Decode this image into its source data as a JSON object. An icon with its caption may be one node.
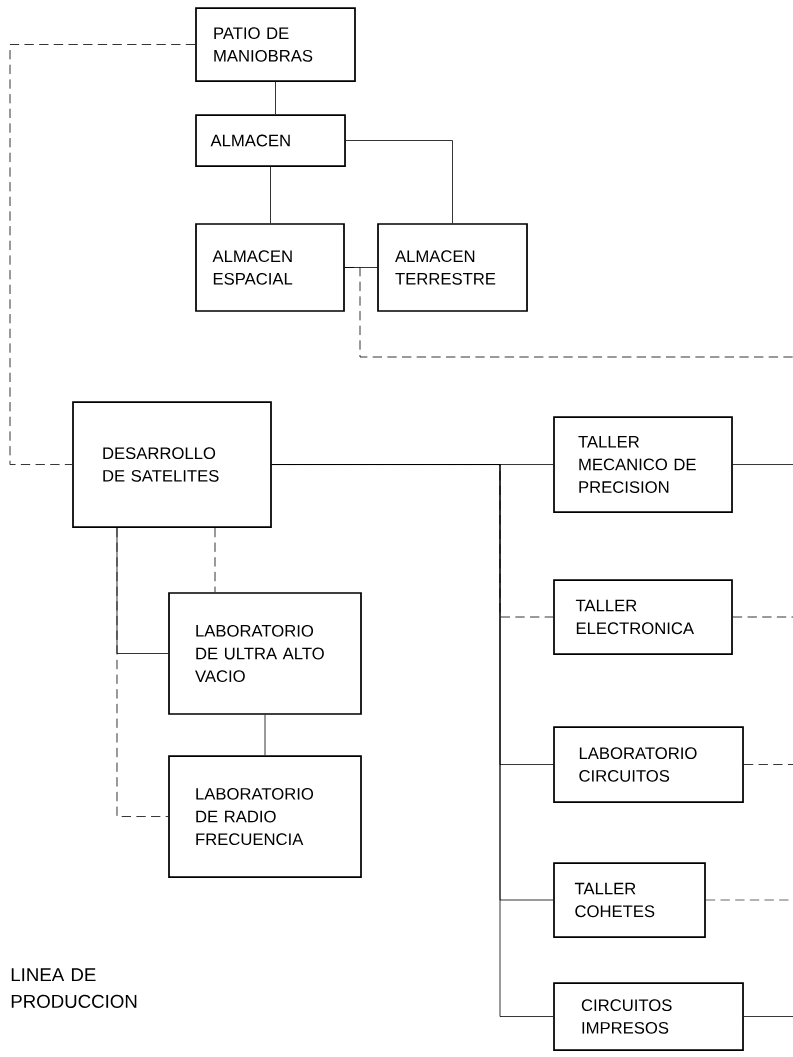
{
  "diagram": {
    "nodes": [
      {
        "text": [
          "PATIO DE MANIOBRAS"
        ]
      },
      {
        "text": [
          "ALMACEN"
        ]
      },
      {
        "text": [
          "ALMACEN ESPACIAL"
        ]
      },
      {
        "text": [
          "ALMACEN TERRESTRE"
        ]
      },
      {
        "text": [
          "DESARROLLO DE SATELITES"
        ]
      },
      {
        "text": [
          "LABORATORIO DE ULTRA ALTO VACIO"
        ]
      },
      {
        "text": [
          "LABORATORIO DE RADIO FRECUENCIA"
        ]
      },
      {
        "text": [
          "TALLER MECANICO DE PRECISION"
        ]
      },
      {
        "text": [
          "TALLER ELECTRONICA"
        ]
      },
      {
        "text": [
          "LABORATORIO CIRCUITOS"
        ]
      },
      {
        "text": [
          "TALLER COHETES"
        ]
      },
      {
        "text": [
          "CIRCUITOS IMPRESOS"
        ]
      }
    ],
    "edges": [
      {
        "from": 0,
        "to": 1,
        "arrow": "none"
      },
      {
        "from": 1,
        "to": 2,
        "arrow": "none"
      },
      {
        "from": 1,
        "to": 3,
        "arrow": "none"
      },
      {
        "from": 2,
        "to": 3,
        "arrow": "none"
      },
      {
        "from": 2,
        "to": null,
        "arrow": "none",
        "style": "dashed"
      },
      {
        "from": 0,
        "to": 4,
        "arrow": "none",
        "style": "dashed"
      },
      {
        "from": 4,
        "to": 7,
        "arrow": "none"
      },
      {
        "from": 4,
        "to": 8,
        "arrow": "none",
        "style": "dashed"
      },
      {
        "from": 4,
        "to": 9,
        "arrow": "none"
      },
      {
        "from": 4,
        "to": 10,
        "arrow": "none"
      },
      {
        "from": 4,
        "to": 11,
        "arrow": "none"
      },
      {
        "from": 4,
        "to": 5,
        "arrow": "none",
        "style": "dashed"
      },
      {
        "from": 4,
        "to": 5,
        "arrow": "none"
      },
      {
        "from": 4,
        "to": 6,
        "arrow": "none",
        "style": "dashed"
      },
      {
        "from": 5,
        "to": 6,
        "arrow": "none"
      },
      {
        "from": 7,
        "to": null,
        "arrow": "none"
      },
      {
        "from": 8,
        "to": null,
        "arrow": "none",
        "style": "dashed"
      },
      {
        "from": 9,
        "to": null,
        "arrow": "none",
        "style": "dashed"
      },
      {
        "from": 10,
        "to": null,
        "arrow": "none",
        "style": "dashed"
      },
      {
        "from": 11,
        "to": null,
        "arrow": "none"
      }
    ],
    "labels": [
      "LINEA DE PRODUCCION"
    ]
  }
}
